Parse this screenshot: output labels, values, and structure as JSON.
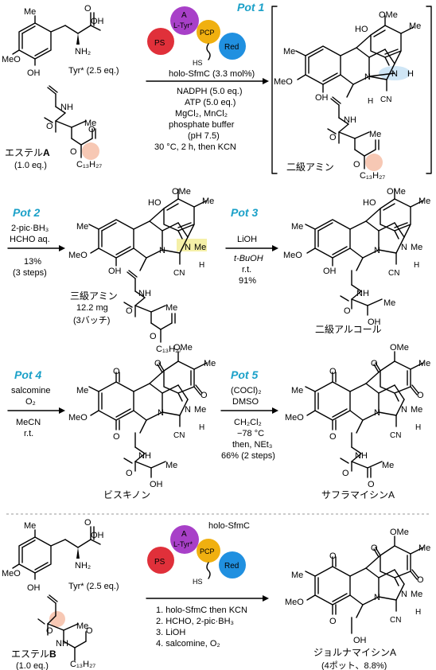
{
  "colors": {
    "pot_label": "#1aa0c8",
    "ps": "#e0303a",
    "a_domain": "#a840c8",
    "pcp": "#f0b010",
    "red": "#2090e0",
    "ester_highlight": "#f7c8b4",
    "nh_highlight": "#cfe6f6",
    "nme_highlight": "#f5f0a8",
    "separator": "#999999"
  },
  "scheme1": {
    "pot_label": "Pot 1",
    "enzyme": {
      "ps": "PS",
      "a": "A",
      "substrate": "L-Tyr*",
      "pcp": "PCP",
      "red": "Red",
      "hs": "HS"
    },
    "tyr_label": "Tyr* (2.5 eq.)",
    "ester_label_prefix": "エステル",
    "ester_label_letter": "A",
    "ester_eq": "(1.0 eq.)",
    "conditions": [
      "holo-SfmC (3.3 mol%)",
      "NADPH (5.0 eq.)",
      "ATP (5.0 eq.)",
      "MgCl₂, MnCl₂",
      "phosphate buffer",
      "(pH 7.5)",
      "30 °C, 2 h, then KCN"
    ],
    "product_label": "二級アミン"
  },
  "scheme2": {
    "pot_label": "Pot 2",
    "reagents": [
      "2-pic·BH₃",
      "HCHO aq."
    ],
    "yield": [
      "13%",
      "(3 steps)"
    ],
    "product_label": "三級アミン",
    "product_mass": "12.2 mg",
    "product_batch": "(3バッチ)"
  },
  "scheme3": {
    "pot_label": "Pot 3",
    "reagents": [
      "LiOH",
      "t-BuOH",
      "r.t.",
      "91%"
    ],
    "product_label": "二級アルコール"
  },
  "scheme4": {
    "pot_label": "Pot 4",
    "reagents": [
      "salcomine",
      "O₂"
    ],
    "conditions": [
      "MeCN",
      "r.t."
    ],
    "product_label": "ビスキノン"
  },
  "scheme5": {
    "pot_label": "Pot 5",
    "reagents": [
      "(COCl)₂",
      "DMSO"
    ],
    "conditions": [
      "CH₂Cl₂",
      "−78 °C",
      "then, NEt₃",
      "66% (2 steps)"
    ],
    "product_label": "サフラマイシンA"
  },
  "scheme6": {
    "enzyme_label": "holo-SfmC",
    "tyr_label": "Tyr* (2.5 eq.)",
    "ester_label_prefix": "エステル",
    "ester_label_letter": "B",
    "ester_eq": "(1.0 eq.)",
    "steps": [
      "1. holo-SfmC then KCN",
      "2. HCHO, 2-pic·BH₃",
      "3. LiOH",
      "4. salcomine, O₂"
    ],
    "product_label": "ジョルナマイシンA",
    "product_yield": "(4ポット、8.8%)"
  },
  "atoms": {
    "me": "Me",
    "meo": "MeO",
    "ome": "OMe",
    "oh": "OH",
    "ho": "HO",
    "nh2": "NH₂",
    "o": "O",
    "nh": "NH",
    "n": "N",
    "h": "H",
    "cn": "CN",
    "c13h27": "C₁₃H₂₇"
  }
}
